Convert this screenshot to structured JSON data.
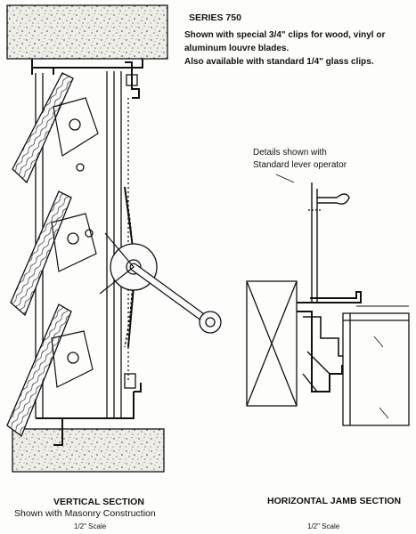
{
  "header": {
    "series": "SERIES 750",
    "notes": [
      "Shown with special 3/4\" clips for wood, vinyl or",
      "aluminum louvre blades.",
      "Also available with standard 1/4\" glass clips."
    ]
  },
  "details_note": [
    "Details shown with",
    "Standard lever operator"
  ],
  "vertical_section": {
    "title": "VERTICAL SECTION",
    "subtitle": "Shown with Masonry Construction",
    "scale": "1/2\" Scale"
  },
  "horizontal_section": {
    "title": "HORIZONTAL JAMB SECTION",
    "scale": "1/2\" Scale"
  },
  "colors": {
    "ink": "#111111",
    "paper": "#fdfdfb",
    "masonry": "#ecebe5"
  }
}
